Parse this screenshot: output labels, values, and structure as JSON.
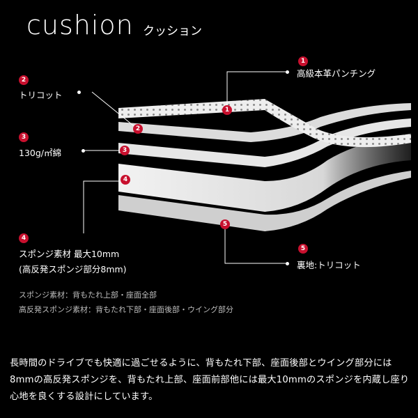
{
  "title": {
    "en": "cushion",
    "jp": "クッション"
  },
  "layers": [
    {
      "number": "1",
      "label": "高級本革パンチング"
    },
    {
      "number": "2",
      "label": "トリコット"
    },
    {
      "number": "3",
      "label": "130g/㎡綿"
    },
    {
      "number": "4",
      "label": "スポンジ素材 最大10mm",
      "sublabel": "(高反発スポンジ部分8mm)"
    },
    {
      "number": "5",
      "label": "裏地:トリコット"
    }
  ],
  "notes": [
    "スポンジ素材：背もたれ上部・座面全部",
    "高反発スポンジ素材：背もたれ下部・座面後部・ウイング部分"
  ],
  "description": "長時間のドライブでも快適に過ごせるように、背もたれ下部、座面後部とウイング部分には8mmの高反発スポンジを、背もたれ上部、座面前部他には最大10mmのスポンジを内蔵し座り心地を良くする設計にしています。",
  "colors": {
    "badge": "#c8102e",
    "background": "#000000",
    "layer": "#e6e6e6"
  }
}
